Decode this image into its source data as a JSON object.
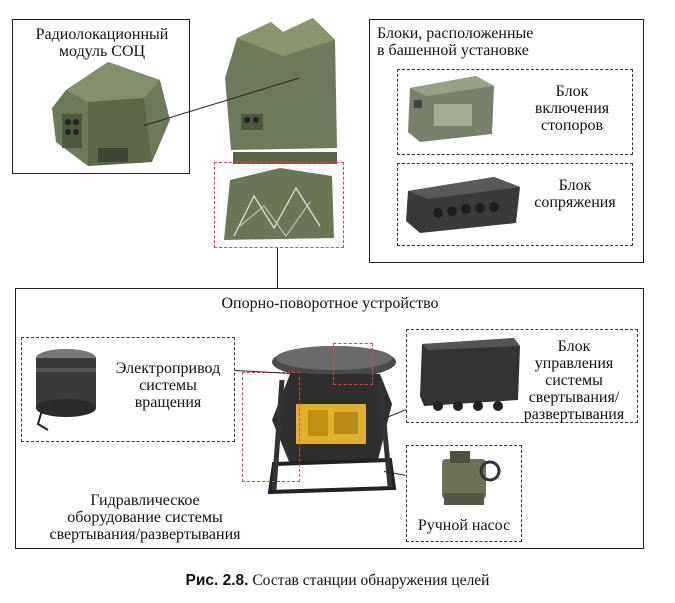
{
  "radar": {
    "label_line1": "Радиолокационный",
    "label_line2": "модуль СОЦ"
  },
  "tower_blocks": {
    "title_line1": "Блоки, расположенные",
    "title_line2": "в башенной установке",
    "lock_block": [
      "Блок",
      "включения",
      "стопоров"
    ],
    "interface_block": [
      "Блок",
      "сопряжения"
    ]
  },
  "support_device": {
    "title": "Опорно-поворотное устройство",
    "drive": [
      "Электропривод",
      "системы",
      "вращения"
    ],
    "control_block": [
      "Блок",
      "управления",
      "системы",
      "свертывания/",
      "развертывания"
    ],
    "hydraulic": [
      "Гидравлическое",
      "оборудование системы",
      "свертывания/развертывания"
    ],
    "pump": "Ручной насос"
  },
  "caption": {
    "prefix": "Рис. 2.8.",
    "text": "Состав станции обнаружения целей"
  },
  "colors": {
    "highlight_dash": "#e0463a",
    "equipment_green": "#6d7a5a",
    "equipment_dark": "#3d3d3d",
    "equipment_yellow": "#e0b22a"
  }
}
